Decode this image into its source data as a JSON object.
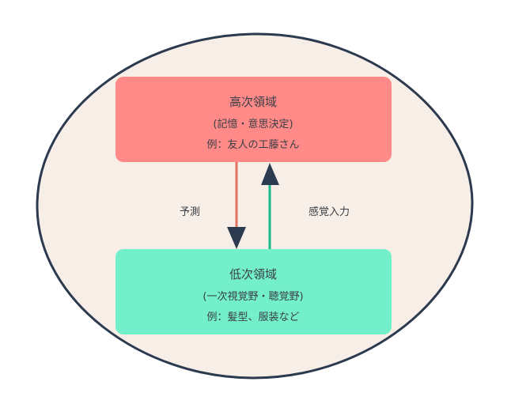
{
  "colors": {
    "background_blob": "#f7eee7",
    "outline": "#2c3a4f",
    "high_box": "#ff8a87",
    "low_box": "#73efc9",
    "prediction_line": "#e0705f",
    "sensory_line": "#1ab88a",
    "arrowhead": "#2c3a4f"
  },
  "high_level": {
    "title": "高次領域",
    "subtitle": "(記憶・意思決定)",
    "example": "例：友人の工藤さん"
  },
  "low_level": {
    "title": "低次領域",
    "subtitle": "(一次視覚野・聴覚野)",
    "example": "例：髪型、服装など"
  },
  "arrows": {
    "prediction_label": "予測",
    "sensory_label": "感覚入力"
  }
}
